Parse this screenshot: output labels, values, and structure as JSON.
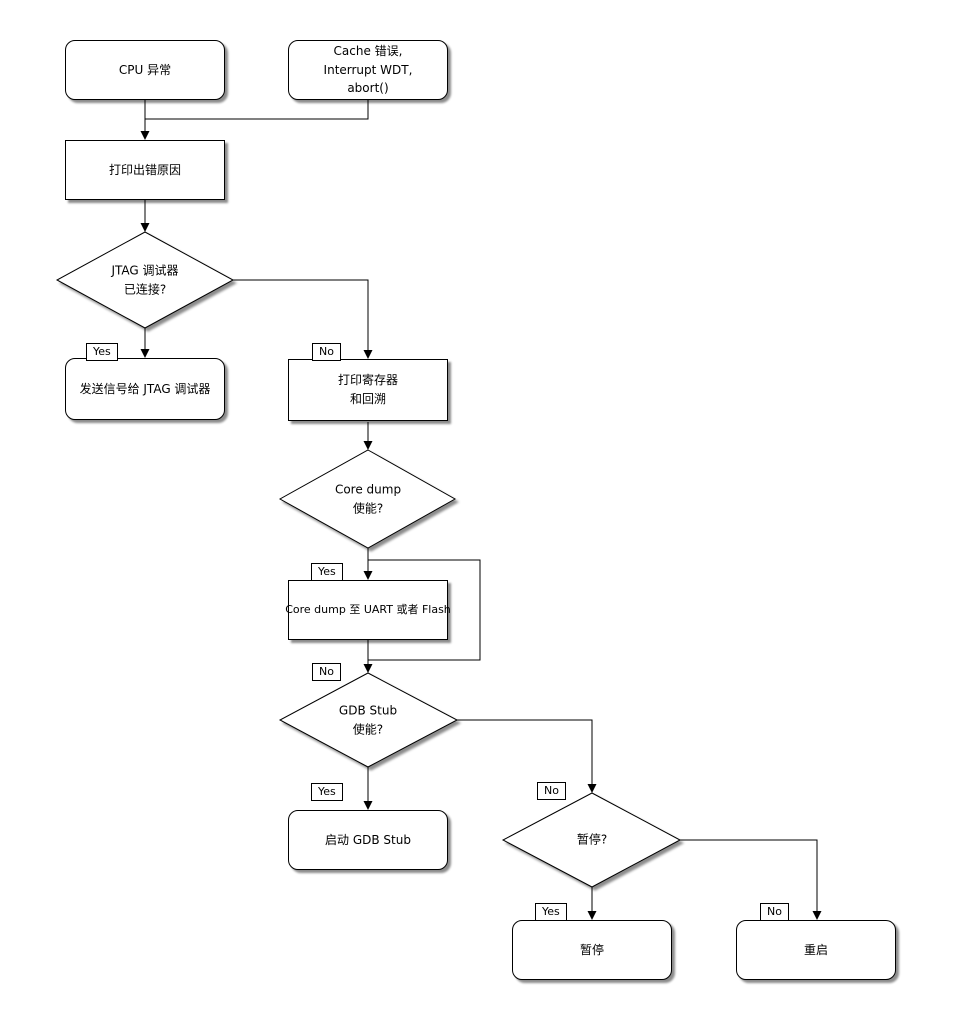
{
  "diagram": {
    "type": "flowchart",
    "colors": {
      "stroke": "#000000",
      "fill": "#ffffff",
      "shadow": "rgba(0,0,0,0.45)"
    },
    "nodes": {
      "cpu_exception": {
        "label": "CPU 异常",
        "shape": "rounded"
      },
      "cache_error": {
        "label": "Cache 错误,\nInterrupt WDT,\nabort()",
        "shape": "rounded"
      },
      "print_reason": {
        "label": "打印出错原因",
        "shape": "rect"
      },
      "jtag_connected": {
        "label": "JTAG 调试器\n已连接?",
        "shape": "diamond"
      },
      "send_signal_jtag": {
        "label": "发送信号给 JTAG 调试器",
        "shape": "rounded"
      },
      "print_registers": {
        "label": "打印寄存器\n和回溯",
        "shape": "rect"
      },
      "core_dump_enabled": {
        "label": "Core dump\n使能?",
        "shape": "diamond"
      },
      "core_dump_out": {
        "label": "Core dump 至 UART 或者 Flash",
        "shape": "rect"
      },
      "gdb_stub_enabled": {
        "label": "GDB Stub\n使能?",
        "shape": "diamond"
      },
      "start_gdb_stub": {
        "label": "启动 GDB Stub",
        "shape": "rounded"
      },
      "halt_question": {
        "label": "暂停?",
        "shape": "diamond"
      },
      "halt": {
        "label": "暂停",
        "shape": "rounded"
      },
      "reboot": {
        "label": "重启",
        "shape": "rounded"
      }
    },
    "edge_labels": {
      "jtag_yes": "Yes",
      "jtag_no": "No",
      "coredump_yes": "Yes",
      "coredump_no": "No",
      "gdb_yes": "Yes",
      "gdb_no": "No",
      "halt_yes": "Yes",
      "halt_no": "No"
    }
  }
}
